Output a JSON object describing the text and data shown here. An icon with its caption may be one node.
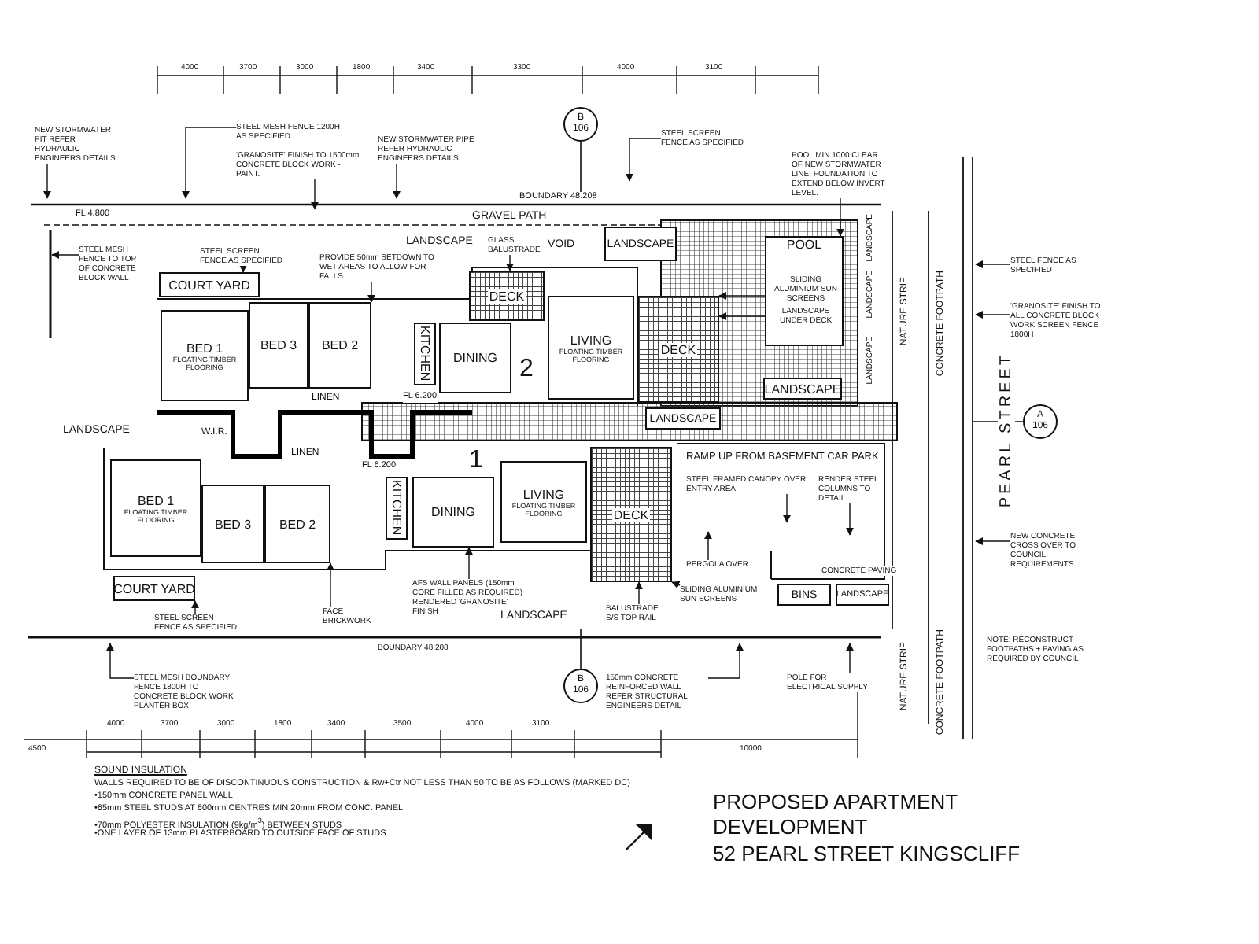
{
  "diagram": {
    "title": "PROPOSED APARTMENT DEVELOPMENT",
    "nodes": [
      {
        "text": [
          "NEW STORMWATER PIT REFER HYDRAULIC ENGINEERS DETAILS"
        ]
      },
      {
        "text": [
          "STEEL MESH FENCE 1200H AS SPECIFIED"
        ]
      },
      {
        "text": [
          "'GRANOSITE' FINISH TO 1500mm CONCRETE BLOCK WORK - PAINT."
        ]
      },
      {
        "text": [
          "NEW STORMWATER PIPE REFER HYDRAULIC ENGINEERS DETAILS"
        ]
      },
      {
        "text": [
          "STEEL MESH FENCE TO TOP OF CONCRETE BLOCK WALL"
        ]
      },
      {
        "text": [
          "STEEL SCREEN FENCE AS SPECIFIED"
        ]
      },
      {
        "text": [
          "PROVIDE 50mm SETDOWN TO WET AREAS TO ALLOW FOR FALLS"
        ]
      },
      {
        "text": [
          "GLASS BALUSTRADE"
        ]
      },
      {
        "text": [
          "STEEL SCREEN FENCE AS SPECIFIED"
        ]
      },
      {
        "text": [
          "POOL MIN 1000 CLEAR OF NEW STORMWATER LINE. FOUNDATION TO EXTEND BELOW INVERT LEVEL."
        ]
      },
      {
        "text": [
          "COURT YARD"
        ]
      },
      {
        "text": [
          "BED 1",
          "FLOATING TIMBER FLOORING"
        ]
      },
      {
        "text": [
          "BED 3"
        ]
      },
      {
        "text": [
          "BED 2"
        ]
      },
      {
        "text": [
          "KITCHEN"
        ]
      },
      {
        "text": [
          "DINING"
        ]
      },
      {
        "text": [
          "LIVING",
          "FLOATING TIMBER FLOORING"
        ]
      },
      {
        "text": [
          "DECK"
        ]
      },
      {
        "text": [
          "LANDSCAPE"
        ]
      },
      {
        "text": [
          "DECK"
        ]
      },
      {
        "text": [
          "POOL"
        ]
      },
      {
        "text": [
          "SLIDING ALUMINIUM SUN SCREENS"
        ],
        "in": 20
      },
      {
        "text": [
          "LANDSCAPE UNDER DECK"
        ],
        "in": 20
      },
      {
        "text": [
          "LANDSCAPE"
        ]
      },
      {
        "text": [
          "STEEL FENCE AS SPECIFIED"
        ]
      },
      {
        "text": [
          "'GRANOSITE' FINISH TO ALL CONCRETE BLOCK WORK SCREEN FENCE 1800H"
        ]
      },
      {
        "text": [
          "A",
          "106"
        ]
      },
      {
        "text": [
          "B",
          "106"
        ]
      },
      {
        "text": [
          "LANDSCAPE"
        ]
      },
      {
        "text": [
          "BED 1",
          "FLOATING TIMBER FLOORING"
        ]
      },
      {
        "text": [
          "BED 3"
        ]
      },
      {
        "text": [
          "BED 2"
        ]
      },
      {
        "text": [
          "KITCHEN"
        ]
      },
      {
        "text": [
          "DINING"
        ]
      },
      {
        "text": [
          "LIVING",
          "FLOATING TIMBER FLOORING"
        ]
      },
      {
        "text": [
          "DECK"
        ]
      },
      {
        "text": [
          "COURT YARD"
        ]
      },
      {
        "text": [
          "STEEL FRAMED CANOPY OVER ENTRY AREA"
        ]
      },
      {
        "text": [
          "PERGOLA OVER"
        ]
      },
      {
        "text": [
          "RENDER STEEL COLUMNS TO DETAIL"
        ]
      },
      {
        "text": [
          "NEW CONCRETE CROSS OVER TO COUNCIL REQUIREMENTS"
        ]
      },
      {
        "text": [
          "SLIDING ALUMINIUM SUN SCREENS"
        ]
      },
      {
        "text": [
          "BINS"
        ]
      },
      {
        "text": [
          "LANDSCAPE"
        ]
      },
      {
        "text": [
          "AFS WALL PANELS (150mm CORE FILLED AS REQUIRED) RENDERED 'GRANOSITE' FINISH"
        ]
      },
      {
        "text": [
          "BALUSTRADE S/S TOP RAIL"
        ]
      },
      {
        "text": [
          "STEEL SCREEN FENCE AS SPECIFIED"
        ]
      },
      {
        "text": [
          "FACE BRICKWORK"
        ]
      },
      {
        "text": [
          "STEEL MESH BOUNDARY FENCE 1800H TO CONCRETE BLOCK WORK PLANTER BOX"
        ]
      },
      {
        "text": [
          "150mm CONCRETE REINFORCED WALL REFER STRUCTURAL ENGINEERS DETAIL"
        ]
      },
      {
        "text": [
          "POLE FOR ELECTRICAL SUPPLY"
        ]
      },
      {
        "text": [
          "B",
          "106"
        ]
      }
    ],
    "edges": [
      {
        "from": 0,
        "to": null,
        "arrow": "to"
      },
      {
        "from": 1,
        "to": null,
        "arrow": "to"
      },
      {
        "from": 2,
        "to": null,
        "arrow": "to"
      },
      {
        "from": 3,
        "to": null,
        "arrow": "to"
      },
      {
        "from": 4,
        "to": null,
        "arrow": "to"
      },
      {
        "from": 5,
        "to": 10,
        "arrow": "to"
      },
      {
        "from": 6,
        "to": 13,
        "arrow": "to"
      },
      {
        "from": 7,
        "to": 17,
        "arrow": "to"
      },
      {
        "from": 8,
        "to": null,
        "arrow": "to"
      },
      {
        "from": 9,
        "to": 20,
        "arrow": "to"
      },
      {
        "from": 21,
        "to": 19,
        "arrow": "to"
      },
      {
        "from": 22,
        "to": 19,
        "arrow": "to"
      },
      {
        "from": 24,
        "to": null,
        "arrow": "to"
      },
      {
        "from": 25,
        "to": null,
        "arrow": "to"
      },
      {
        "from": 37,
        "to": null,
        "arrow": "to"
      },
      {
        "from": 38,
        "to": null,
        "arrow": "to"
      },
      {
        "from": 39,
        "to": null,
        "arrow": "to"
      },
      {
        "from": 40,
        "to": null,
        "arrow": "to"
      },
      {
        "from": 41,
        "to": 35,
        "arrow": "to"
      },
      {
        "from": 44,
        "to": 33,
        "arrow": "to"
      },
      {
        "from": 45,
        "to": 35,
        "arrow": "to"
      },
      {
        "from": 46,
        "to": 36,
        "arrow": "to"
      },
      {
        "from": 47,
        "to": 31,
        "arrow": "to"
      },
      {
        "from": 48,
        "to": null,
        "arrow": "to"
      },
      {
        "from": 49,
        "to": null,
        "arrow": "to"
      },
      {
        "from": 50,
        "to": null,
        "arrow": "to"
      }
    ],
    "labels": [
      "4000",
      "3700",
      "3000",
      "1800",
      "3400",
      "3300",
      "4000",
      "3100",
      "FL 4.800",
      "GRAVEL PATH",
      "BOUNDARY 48.208",
      "LANDSCAPE",
      "VOID",
      "LANDSCAPE",
      "LANDSCAPE",
      "LANDSCAPE",
      "NATURE STRIP",
      "CONCRETE FOOTPATH",
      "PEARL STREET",
      "2",
      "FL 6.200",
      "LANDSCAPE",
      "W.I.R.",
      "LINEN",
      "LINEN",
      "FL 6.200",
      "1",
      "RAMP UP FROM BASEMENT CAR PARK",
      "CONCRETE PAVING",
      "LANDSCAPE",
      "NATURE STRIP",
      "CONCRETE FOOTPATH",
      "BOUNDARY 48.208",
      "NOTE: RECONSTRUCT FOOTPATHS + PAVING AS REQUIRED BY COUNCIL",
      "4000",
      "3700",
      "3000",
      "1800",
      "3400",
      "3500",
      "4000",
      "3100",
      "4500",
      "10000",
      "SOUND INSULATION",
      "WALLS REQUIRED TO BE OF DISCONTINUOUS CONSTRUCTION & Rw+Ctr NOT LESS THAN 50 TO BE AS FOLLOWS (MARKED DC)",
      "•150mm CONCRETE PANEL WALL",
      "•65mm STEEL STUDS AT 600mm CENTRES MIN 20mm FROM CONC. PANEL",
      "•70mm POLYESTER INSULATION (9kg/m$^{3}$) BETWEEN STUDS",
      "•ONE LAYER OF 13mm PLASTERBOARD TO OUTSIDE FACE OF STUDS",
      "52 PEARL STREET KINGSCLIFF"
    ]
  }
}
